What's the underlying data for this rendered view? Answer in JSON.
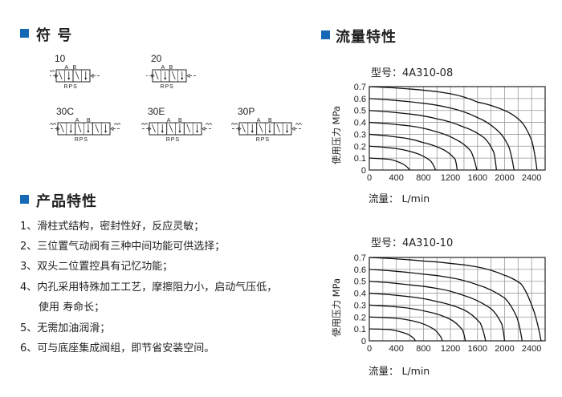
{
  "sections": {
    "symbols_title": "符 号",
    "features_title": "产品特性",
    "flow_title": "流量特性"
  },
  "symbols": [
    {
      "label": "10",
      "ports_top": [
        "A",
        "B"
      ],
      "ports_bottom": "RPS"
    },
    {
      "label": "20",
      "ports_top": [
        "A",
        "B"
      ],
      "ports_bottom": "RPS"
    },
    {
      "label": "30C",
      "ports_top": [
        "A",
        "B"
      ],
      "ports_bottom": "RPS"
    },
    {
      "label": "30E",
      "ports_top": [
        "A",
        "B"
      ],
      "ports_bottom": "RPS"
    },
    {
      "label": "30P",
      "ports_top": [
        "A",
        "B"
      ],
      "ports_bottom": "RPS"
    }
  ],
  "features": [
    "1、滑柱式结构，密封性好，反应灵敏；",
    "2、三位置气动阀有三种中间功能可供选择；",
    "3、双头二位置控具有记忆功能；",
    "4、内孔采用特殊加工工艺，摩擦阻力小，启动气压低，",
    "使用 寿命长；",
    "5、无需加油润滑；",
    "6、可与底座集成阀组，即节省安装空间。"
  ],
  "accent_color": "#1569b5",
  "chart_data": [
    {
      "type": "line",
      "title": "型号：4A310-08",
      "ylabel": "使用压力 MPa",
      "xlabel": "流量：  L/min",
      "xlim": [
        0,
        2600
      ],
      "ylim": [
        0,
        0.7
      ],
      "grid": true,
      "xticks": [
        "0",
        "400",
        "800",
        "1200",
        "1600",
        "2000",
        "2400"
      ],
      "yticks": [
        "0",
        "0.1",
        "0.2",
        "0.3",
        "0.4",
        "0.5",
        "0.6",
        "0.7"
      ],
      "series": [
        {
          "name": "0.7",
          "points": [
            [
              0,
              0.7
            ],
            [
              800,
              0.67
            ],
            [
              1200,
              0.64
            ],
            [
              1600,
              0.57
            ],
            [
              2000,
              0.5
            ],
            [
              2240,
              0.41
            ],
            [
              2400,
              0.25
            ],
            [
              2480,
              0
            ]
          ]
        },
        {
          "name": "0.6",
          "points": [
            [
              0,
              0.6
            ],
            [
              800,
              0.56
            ],
            [
              1200,
              0.52
            ],
            [
              1600,
              0.44
            ],
            [
              1900,
              0.33
            ],
            [
              2060,
              0.2
            ],
            [
              2140,
              0
            ]
          ]
        },
        {
          "name": "0.5",
          "points": [
            [
              0,
              0.5
            ],
            [
              600,
              0.47
            ],
            [
              1000,
              0.43
            ],
            [
              1400,
              0.36
            ],
            [
              1700,
              0.27
            ],
            [
              1840,
              0.15
            ],
            [
              1880,
              0
            ]
          ]
        },
        {
          "name": "0.4",
          "points": [
            [
              0,
              0.4
            ],
            [
              600,
              0.37
            ],
            [
              1000,
              0.32
            ],
            [
              1300,
              0.25
            ],
            [
              1500,
              0.16
            ],
            [
              1590,
              0
            ]
          ]
        },
        {
          "name": "0.3",
          "points": [
            [
              0,
              0.3
            ],
            [
              500,
              0.27
            ],
            [
              800,
              0.23
            ],
            [
              1100,
              0.17
            ],
            [
              1270,
              0.09
            ],
            [
              1300,
              0
            ]
          ]
        },
        {
          "name": "0.2",
          "points": [
            [
              0,
              0.2
            ],
            [
              400,
              0.18
            ],
            [
              700,
              0.14
            ],
            [
              900,
              0.08
            ],
            [
              980,
              0
            ]
          ]
        },
        {
          "name": "0.1",
          "points": [
            [
              0,
              0.1
            ],
            [
              300,
              0.09
            ],
            [
              500,
              0.05
            ],
            [
              600,
              0
            ]
          ]
        }
      ]
    },
    {
      "type": "line",
      "title": "型号：4A310-10",
      "ylabel": "使用压力 MPa",
      "xlabel": "流量：  L/min",
      "xlim": [
        0,
        2600
      ],
      "ylim": [
        0,
        0.7
      ],
      "grid": true,
      "xticks": [
        "0",
        "400",
        "800",
        "1200",
        "1600",
        "2000",
        "2400"
      ],
      "yticks": [
        "0",
        "0.1",
        "0.2",
        "0.3",
        "0.4",
        "0.5",
        "0.6",
        "0.7"
      ],
      "series": [
        {
          "name": "0.7",
          "points": [
            [
              0,
              0.7
            ],
            [
              800,
              0.67
            ],
            [
              1200,
              0.65
            ],
            [
              1600,
              0.62
            ],
            [
              2000,
              0.55
            ],
            [
              2240,
              0.48
            ],
            [
              2400,
              0.3
            ],
            [
              2540,
              0
            ]
          ]
        },
        {
          "name": "0.6",
          "points": [
            [
              0,
              0.6
            ],
            [
              800,
              0.56
            ],
            [
              1200,
              0.53
            ],
            [
              1600,
              0.47
            ],
            [
              2000,
              0.36
            ],
            [
              2180,
              0.2
            ],
            [
              2260,
              0
            ]
          ]
        },
        {
          "name": "0.5",
          "points": [
            [
              0,
              0.5
            ],
            [
              600,
              0.47
            ],
            [
              1000,
              0.44
            ],
            [
              1400,
              0.38
            ],
            [
              1800,
              0.27
            ],
            [
              1960,
              0.14
            ],
            [
              2000,
              0
            ]
          ]
        },
        {
          "name": "0.4",
          "points": [
            [
              0,
              0.4
            ],
            [
              600,
              0.37
            ],
            [
              1000,
              0.33
            ],
            [
              1400,
              0.26
            ],
            [
              1640,
              0.15
            ],
            [
              1720,
              0
            ]
          ]
        },
        {
          "name": "0.3",
          "points": [
            [
              0,
              0.3
            ],
            [
              500,
              0.28
            ],
            [
              900,
              0.24
            ],
            [
              1200,
              0.18
            ],
            [
              1380,
              0.09
            ],
            [
              1420,
              0
            ]
          ]
        },
        {
          "name": "0.2",
          "points": [
            [
              0,
              0.2
            ],
            [
              400,
              0.19
            ],
            [
              700,
              0.16
            ],
            [
              950,
              0.1
            ],
            [
              1060,
              0.03
            ],
            [
              1080,
              0
            ]
          ]
        },
        {
          "name": "0.1",
          "points": [
            [
              0,
              0.1
            ],
            [
              300,
              0.095
            ],
            [
              550,
              0.06
            ],
            [
              660,
              0.02
            ],
            [
              680,
              0
            ]
          ]
        }
      ]
    }
  ]
}
